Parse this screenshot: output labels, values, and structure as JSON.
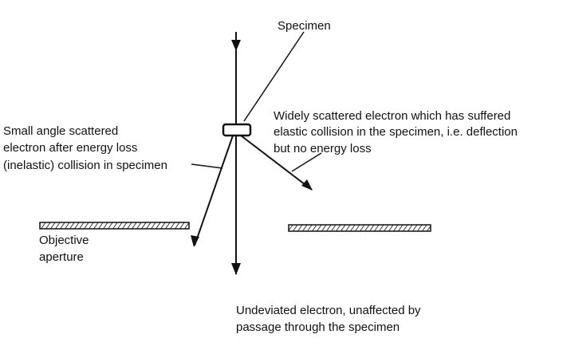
{
  "labels": {
    "specimen": "Specimen",
    "small_angle": [
      "Small angle scattered",
      "electron after energy loss",
      "(inelastic) collision in specimen"
    ],
    "widely_scattered": [
      "Widely scattered electron which has suffered",
      "elastic collision in the specimen, i.e. deflection",
      "but no energy loss"
    ],
    "objective_aperture": [
      "Objective",
      "aperture"
    ],
    "undeviated": [
      "Undeviated electron, unaffected by",
      "passage through the specimen"
    ]
  },
  "colors": {
    "ink": "#111111",
    "background": "#ffffff"
  }
}
